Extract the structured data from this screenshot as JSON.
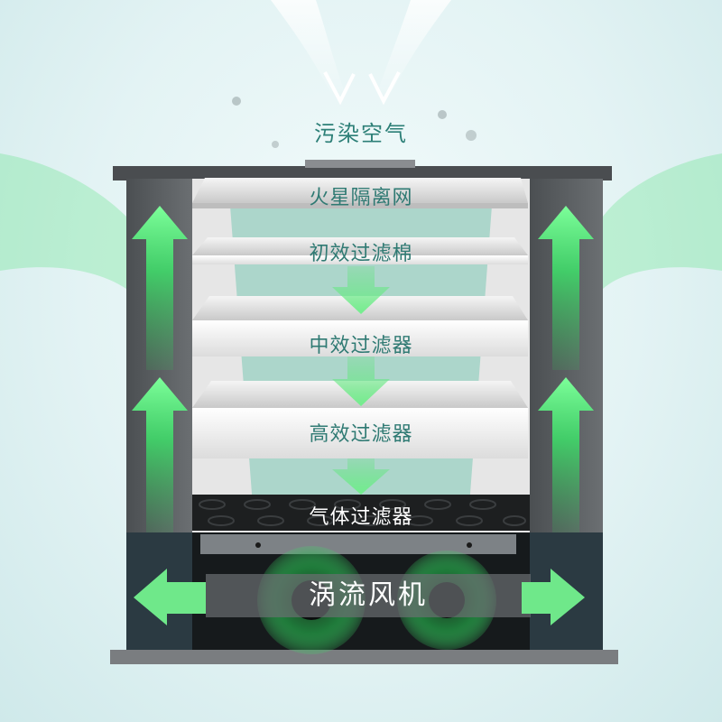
{
  "diagram": {
    "intake_label": "污染空气",
    "filters": [
      {
        "label": "火星隔离网"
      },
      {
        "label": "初效过滤棉"
      },
      {
        "label": "中效过滤器"
      },
      {
        "label": "高效过滤器"
      },
      {
        "label": "气体过滤器"
      }
    ],
    "fan_label": "涡流风机"
  },
  "colors": {
    "accent_green": "#3ee06a",
    "cabinet_gray": "#5a5a5a",
    "label_teal": "#2f7a73"
  }
}
